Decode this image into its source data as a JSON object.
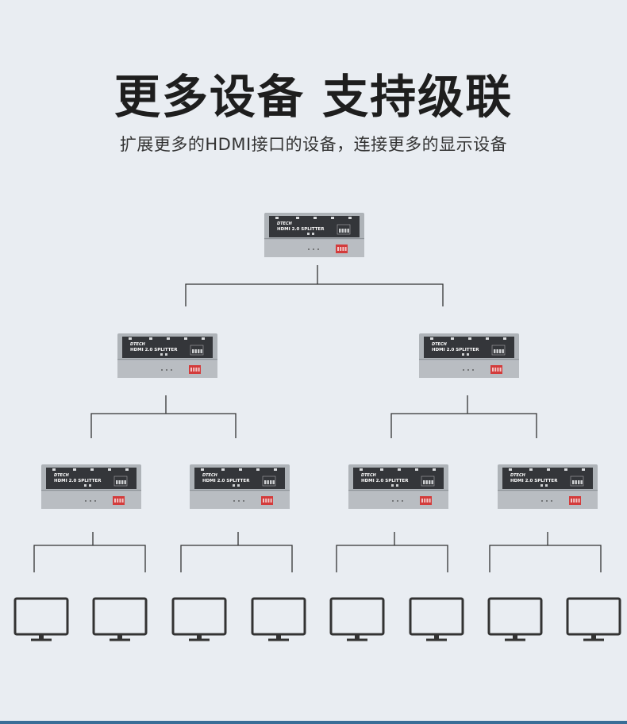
{
  "header": {
    "title": "更多设备 支持级联",
    "subtitle": "扩展更多的HDMI接口的设备，连接更多的显示设备"
  },
  "device": {
    "brand": "DTECH",
    "model": "HDMI 2.0 SPLITTER"
  },
  "colors": {
    "background": "#e9edf2",
    "connector_line": "#333333",
    "device_body": "#b4b8bd",
    "device_panel": "#34363a",
    "dip_switch": "#d33b3b",
    "monitor_outline": "#333333",
    "bottom_bar": "#3a6d97"
  },
  "icons": {
    "display": "monitor-icon",
    "splitter": "hdmi-splitter-device"
  }
}
